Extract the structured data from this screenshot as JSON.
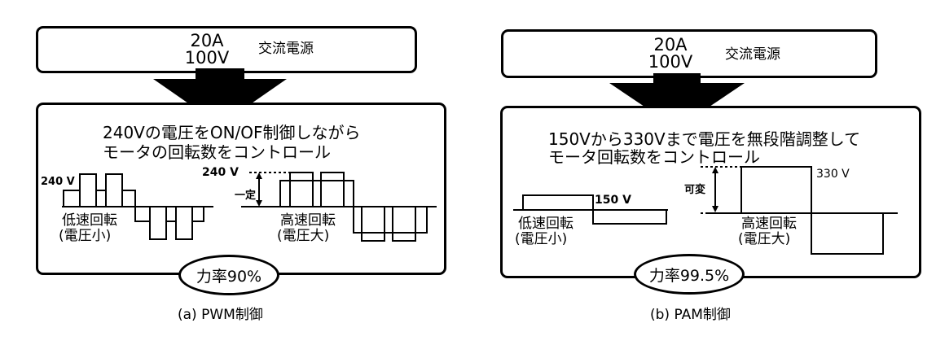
{
  "panels": [
    {
      "source": {
        "current": "20A",
        "voltage": "100V",
        "label": "交流電源"
      },
      "description": [
        "240Vの電圧をON/OF制御しながら",
        "モータの回転数をコントロール"
      ],
      "low_label_voltage": "240 V",
      "high_label_voltage": "240 V",
      "amplitude_note": "一定",
      "low_speed": [
        "低速回転",
        "(電圧小)"
      ],
      "high_speed": [
        "高速回転",
        "(電圧大)"
      ],
      "power_factor": "力率90%",
      "caption": "(a) PWM制御"
    },
    {
      "source": {
        "current": "20A",
        "voltage": "100V",
        "label": "交流電源"
      },
      "description": [
        "150Vから330Vまで電圧を無段階調整して",
        "モータ回転数をコントロール"
      ],
      "low_label_voltage": "150 V",
      "high_label_voltage": "330 V",
      "amplitude_note": "可変",
      "low_speed": [
        "低速回転",
        "(電圧小)"
      ],
      "high_speed": [
        "高速回転",
        "(電圧大)"
      ],
      "power_factor": "力率99.5%",
      "caption": "(b) PAM制御"
    }
  ],
  "colors": {
    "ink": "#000000",
    "background": "#ffffff"
  }
}
